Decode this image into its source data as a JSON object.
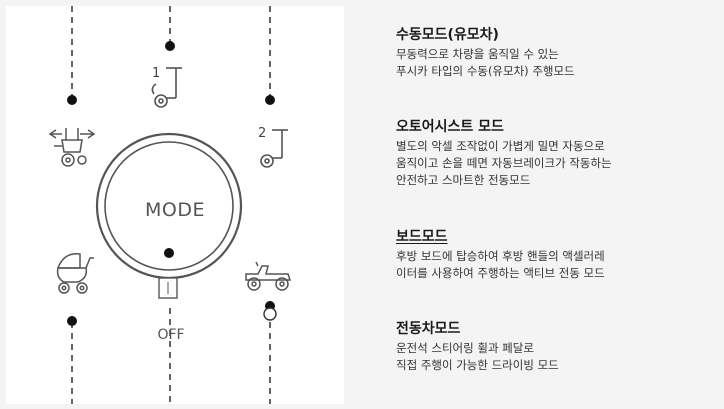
{
  "dial": {
    "mode_label": "MODE",
    "off_label": "OFF",
    "speed_1": "1",
    "speed_2": "2"
  },
  "modes": [
    {
      "title": "수동모드(유모차)",
      "line1": "무동력으로 차량을 움직일 수 있는",
      "line2": "푸시카 타입의 수동(유모차) 주행모드",
      "icon": "stroller-icon"
    },
    {
      "title": "오토어시스트 모드",
      "line1": "별도의 악셀 조작없이 가볍게 밀면 자동으로",
      "line2": "움직이고 손을 떼면 자동브레이크가 작동하는",
      "line3": "안전하고 스마트한 전동모드",
      "icon": "auto-assist-icon"
    },
    {
      "title": "보드모드",
      "line1": "후방 보드에 탑승하여 후방 핸들의 액셀러레",
      "line2": "이터를 사용하여 주행하는 액티브 전동 모드",
      "icon": "board-scooter-icon"
    },
    {
      "title": "전동차모드",
      "line1": "운전석 스티어링 휠과 페달로",
      "line2": "직접 주행이 가능한 드라이빙 모드",
      "icon": "ride-on-car-icon"
    }
  ]
}
